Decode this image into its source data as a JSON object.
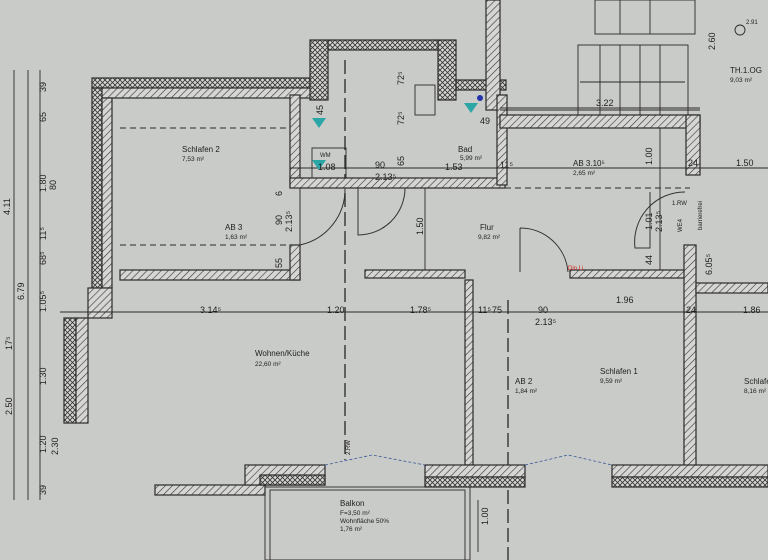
{
  "rooms": {
    "schlafen2": {
      "name": "Schlafen 2",
      "area": "7,53 m²"
    },
    "ab3": {
      "name": "AB 3",
      "area": "1,63 m²"
    },
    "bad": {
      "name": "Bad",
      "area": "5,99 m²"
    },
    "flur": {
      "name": "Flur",
      "area": "9,82 m²"
    },
    "ab310": {
      "name": "AB 3.10⁵",
      "area": "2,65 m²"
    },
    "th1og": {
      "name": "TH.1.OG",
      "area": "9,03 m²"
    },
    "wohnen": {
      "name": "Wohnen/Küche",
      "area": "22,60 m²"
    },
    "ab2": {
      "name": "AB 2",
      "area": "1,84 m²"
    },
    "schlafen1": {
      "name": "Schlafen 1",
      "area": "9,59 m²"
    },
    "schlafen3": {
      "name": "Schlafe",
      "area": "8,16 m²"
    },
    "balkon": {
      "name": "Balkon",
      "line1": "F=3,50 m²",
      "line2": "Wohnfläche 50%",
      "area": "1,76 m²"
    }
  },
  "labels": {
    "wm": "WM",
    "rw1": "1.RW",
    "rw2": "2.RW",
    "we4": "WE4",
    "barrierefrei": "barrierefrei",
    "din": "Din Li",
    "level": "2.91"
  },
  "dimensions": {
    "top": [
      "45",
      "72⁵",
      "72⁵",
      "49",
      "90",
      "65",
      "1.08",
      "2.13⁵",
      "1.53",
      "11⁵",
      "3.22",
      "1.00",
      "24",
      "1.50",
      "2.60",
      "2.13⁵",
      "1.01",
      "44",
      "6.05⁵",
      "1.50",
      "90",
      "2.13⁵",
      "55",
      "6"
    ],
    "middle": [
      "3.14⁵",
      "1.20",
      "1.78⁵",
      "11⁵",
      "75",
      "90",
      "2.13⁵",
      "1.96",
      "24",
      "1.86",
      "1.00"
    ],
    "left": [
      "39",
      "65",
      "1.80",
      "80",
      "11⁵",
      "68⁵",
      "1.05⁵",
      "1.30",
      "1.20",
      "2.30",
      "39",
      "4.11",
      "6.79",
      "2.50",
      "17⁵"
    ]
  }
}
